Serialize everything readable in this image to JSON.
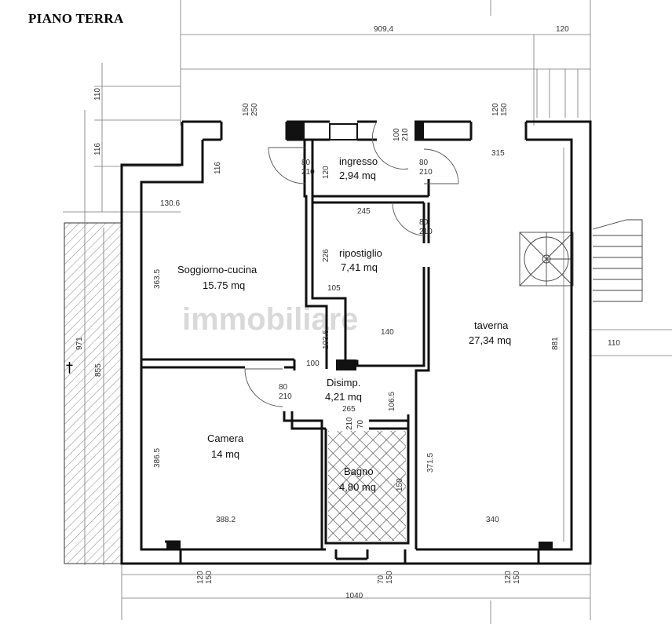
{
  "title": "PIANO TERRA",
  "watermark": "immobiliare",
  "rooms": [
    {
      "id": "ingresso",
      "name": "ingresso",
      "area": "2,94 mq"
    },
    {
      "id": "ripostiglio",
      "name": "ripostiglio",
      "area": "7,41 mq"
    },
    {
      "id": "soggiorno",
      "name": "Soggiorno-cucina",
      "area": "15.75 mq"
    },
    {
      "id": "taverna",
      "name": "taverna",
      "area": "27,34 mq"
    },
    {
      "id": "disimp",
      "name": "Disimp.",
      "area": "4,21 mq"
    },
    {
      "id": "camera",
      "name": "Camera",
      "area": "14 mq"
    },
    {
      "id": "bagno",
      "name": "Bagno",
      "area": "4,80 mq"
    }
  ],
  "dimensions": {
    "top_total": "909,4",
    "top_right": "120",
    "left_110": "110",
    "left_116": "116",
    "left_971": "971",
    "left_855": "855",
    "d_150_250": "150\n250",
    "d_120_150_top": "120\n150",
    "d_100_210_a": "100\n210",
    "d_80_210_ingresso": "80\n210",
    "d_120_ingresso": "120",
    "d_80_210_b": "80\n210",
    "d_315": "315",
    "d_116_sogg": "116",
    "d_130_6": "130.6",
    "d_245": "245",
    "d_80_210_rip": "80\n210",
    "d_226": "226",
    "d_363_5": "363.5",
    "d_105": "105",
    "d_140": "140",
    "d_103_5": "103.5",
    "d_881": "881",
    "d_110_right": "110",
    "d_100": "100",
    "d_80_210_cam": "80\n210",
    "d_265": "265",
    "d_106_5": "106.5",
    "d_210": "210",
    "d_70": "70",
    "d_386_5": "386.5",
    "d_371_5": "371.5",
    "d_150_bagno": "150",
    "d_388_2": "388.2",
    "d_340": "340",
    "d_120_150_bl": "120\n150",
    "d_70_150": "70\n150",
    "d_120_150_br": "120\n150",
    "bottom_total": "1040"
  },
  "colors": {
    "wall": "#111111",
    "hatch": "#555555",
    "dimline": "#666666",
    "background": "#ffffff"
  }
}
